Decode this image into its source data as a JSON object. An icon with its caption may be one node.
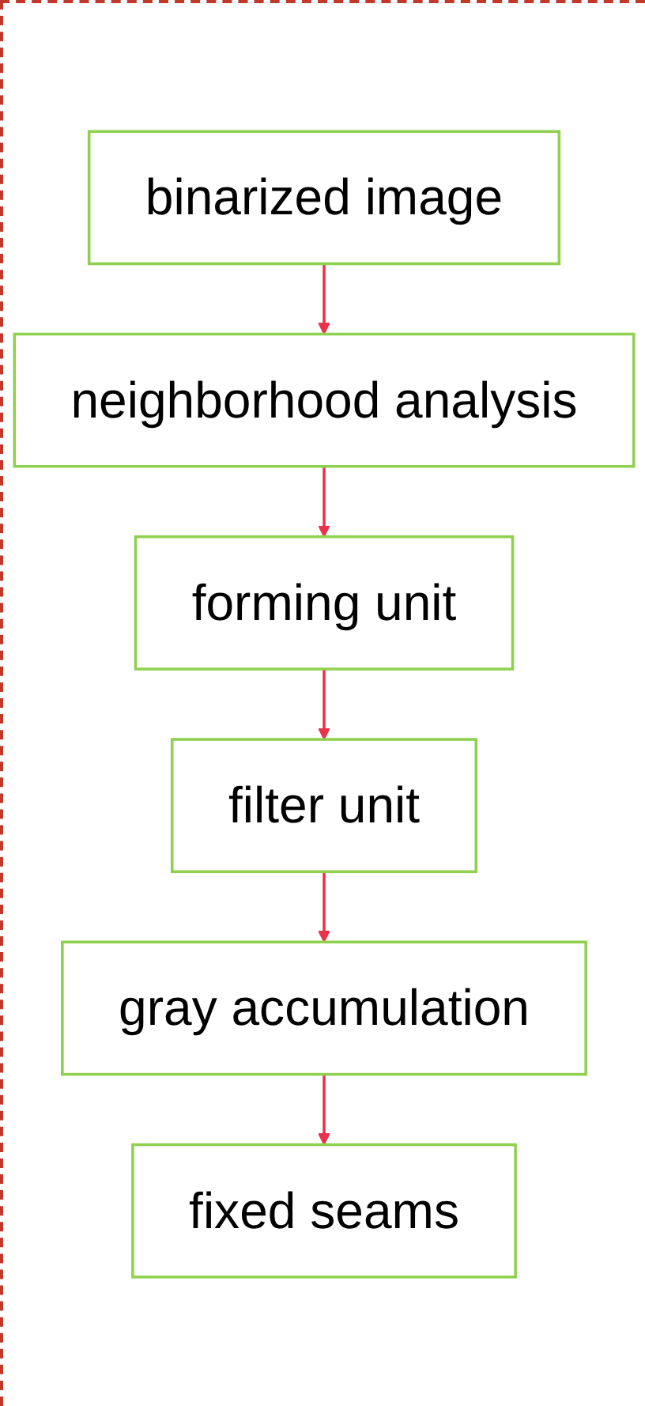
{
  "diagram": {
    "nodes": [
      {
        "text": [
          "binarized image"
        ]
      },
      {
        "text": [
          "neighborhood analysis"
        ]
      },
      {
        "text": [
          "forming unit"
        ]
      },
      {
        "text": [
          "filter unit"
        ]
      },
      {
        "text": [
          "gray accumulation"
        ]
      },
      {
        "text": [
          "fixed seams"
        ]
      }
    ],
    "edges": [
      {
        "from": 0,
        "to": 1,
        "arrow": "to"
      },
      {
        "from": 1,
        "to": 2,
        "arrow": "to"
      },
      {
        "from": 2,
        "to": 3,
        "arrow": "to"
      },
      {
        "from": 3,
        "to": 4,
        "arrow": "to"
      },
      {
        "from": 4,
        "to": 5,
        "arrow": "to"
      }
    ]
  }
}
